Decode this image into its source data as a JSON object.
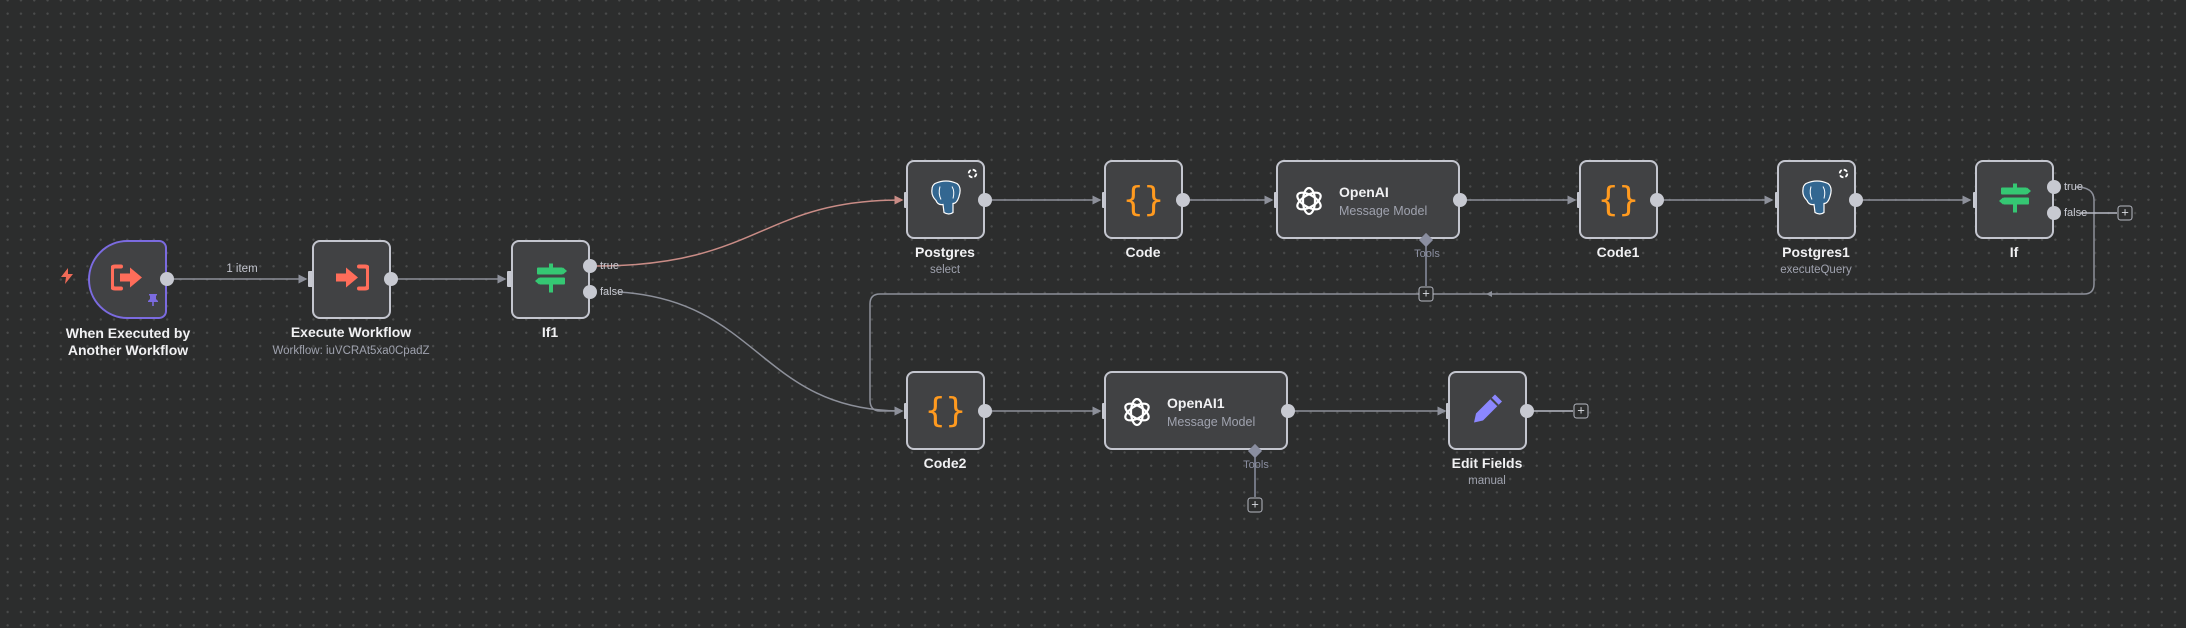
{
  "canvas": {
    "background": "#2c2d2d",
    "edge_color": "#8d909a",
    "active_edge_color": "#c98c86"
  },
  "nodes": {
    "trigger": {
      "label_line1": "When Executed by",
      "label_line2": "Another Workflow",
      "icon": "sign-out-icon",
      "color": "#ff6d5a",
      "pinned": true
    },
    "execute_workflow": {
      "label": "Execute Workflow",
      "subtitle": "Workflow: iuVCRAt5xa0CpadZ",
      "icon": "sign-in-icon"
    },
    "if1": {
      "label": "If1",
      "icon": "signpost-icon",
      "outputs": [
        "true",
        "false"
      ]
    },
    "postgres": {
      "label": "Postgres",
      "subtitle": "select",
      "icon": "postgres-elephant-icon"
    },
    "code": {
      "label": "Code",
      "icon": "braces-icon"
    },
    "openai": {
      "title": "OpenAI",
      "subtitle": "Message Model",
      "icon": "openai-icon",
      "tools_label": "Tools"
    },
    "code1": {
      "label": "Code1",
      "icon": "braces-icon"
    },
    "postgres1": {
      "label": "Postgres1",
      "subtitle": "executeQuery",
      "icon": "postgres-elephant-icon"
    },
    "if": {
      "label": "If",
      "icon": "signpost-icon",
      "outputs": [
        "true",
        "false"
      ]
    },
    "code2": {
      "label": "Code2",
      "icon": "braces-icon"
    },
    "openai1": {
      "title": "OpenAI1",
      "subtitle": "Message Model",
      "icon": "openai-icon",
      "tools_label": "Tools"
    },
    "edit_fields": {
      "label": "Edit Fields",
      "subtitle": "manual",
      "icon": "pencil-icon"
    }
  },
  "edges": {
    "trigger_to_execute_label": "1 item"
  },
  "plus_symbol": "+"
}
